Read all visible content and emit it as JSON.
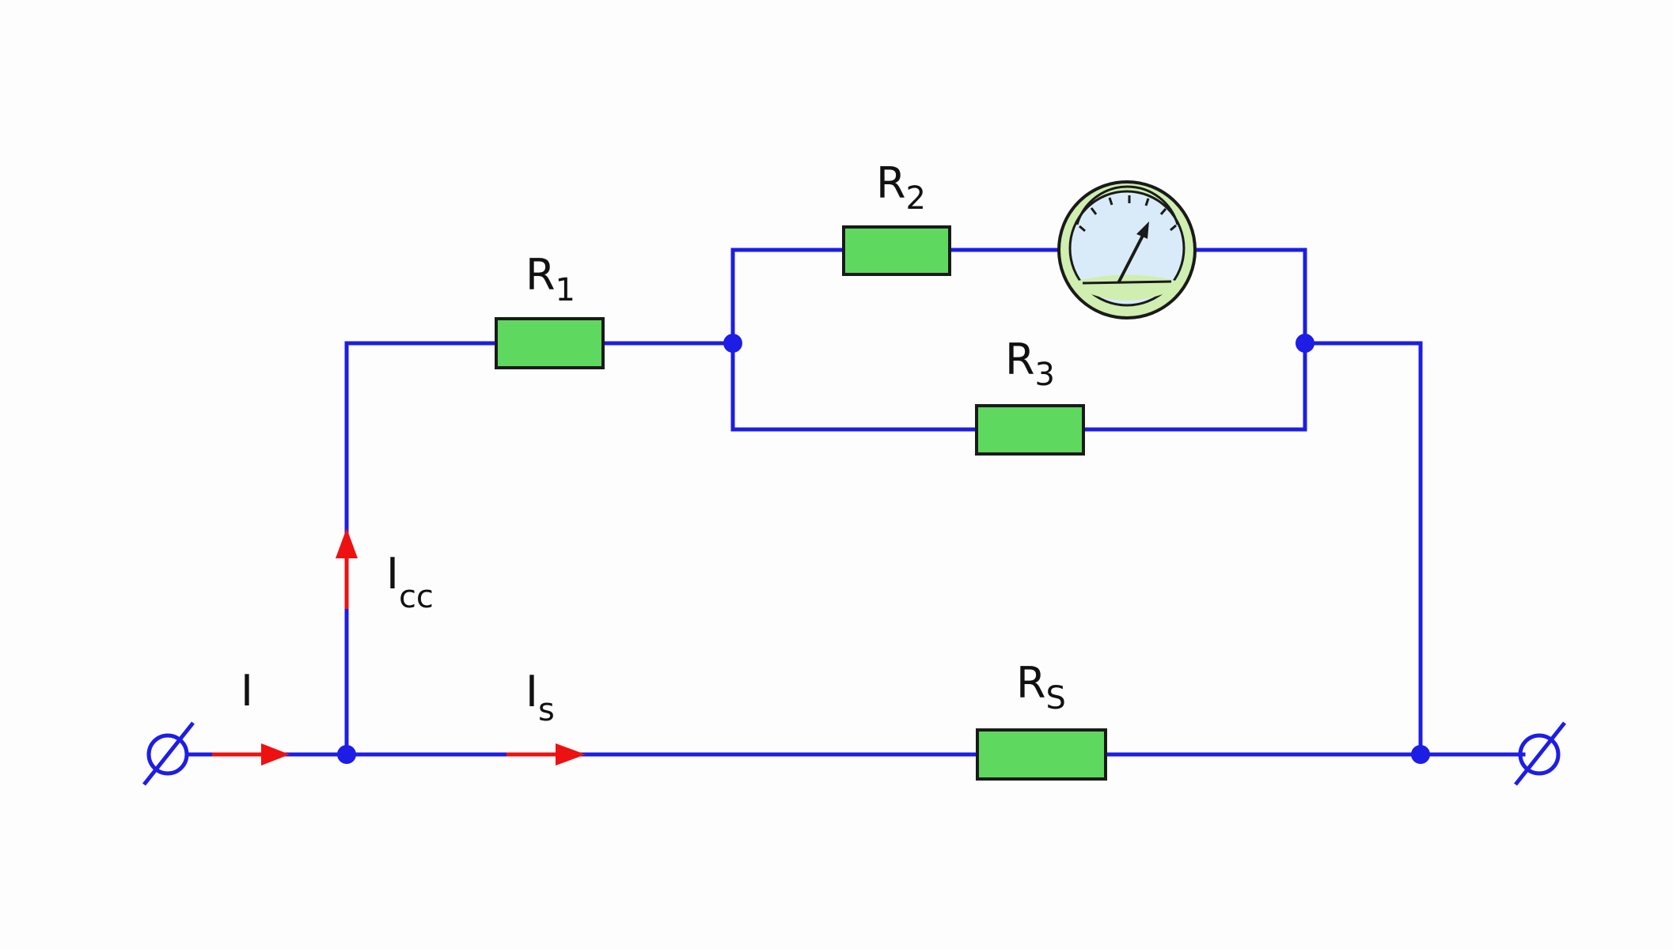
{
  "labels": {
    "r1": {
      "main": "R",
      "sub": "1"
    },
    "r2": {
      "main": "R",
      "sub": "2"
    },
    "r3": {
      "main": "R",
      "sub": "3"
    },
    "rs": {
      "main": "R",
      "sub": "S"
    },
    "i": {
      "main": "I"
    },
    "icc": {
      "main": "I",
      "sub": "cc"
    },
    "is": {
      "main": "I",
      "sub": "s"
    }
  },
  "colors": {
    "wire": "#1d1de6",
    "resistor": "#5fd85f",
    "current_arrow": "#ee1111",
    "meter_ring": "#cfeeb0",
    "meter_face": "#d9ebf8"
  },
  "icons": {
    "terminal": "circle-slash",
    "meter": "analog-gauge"
  }
}
